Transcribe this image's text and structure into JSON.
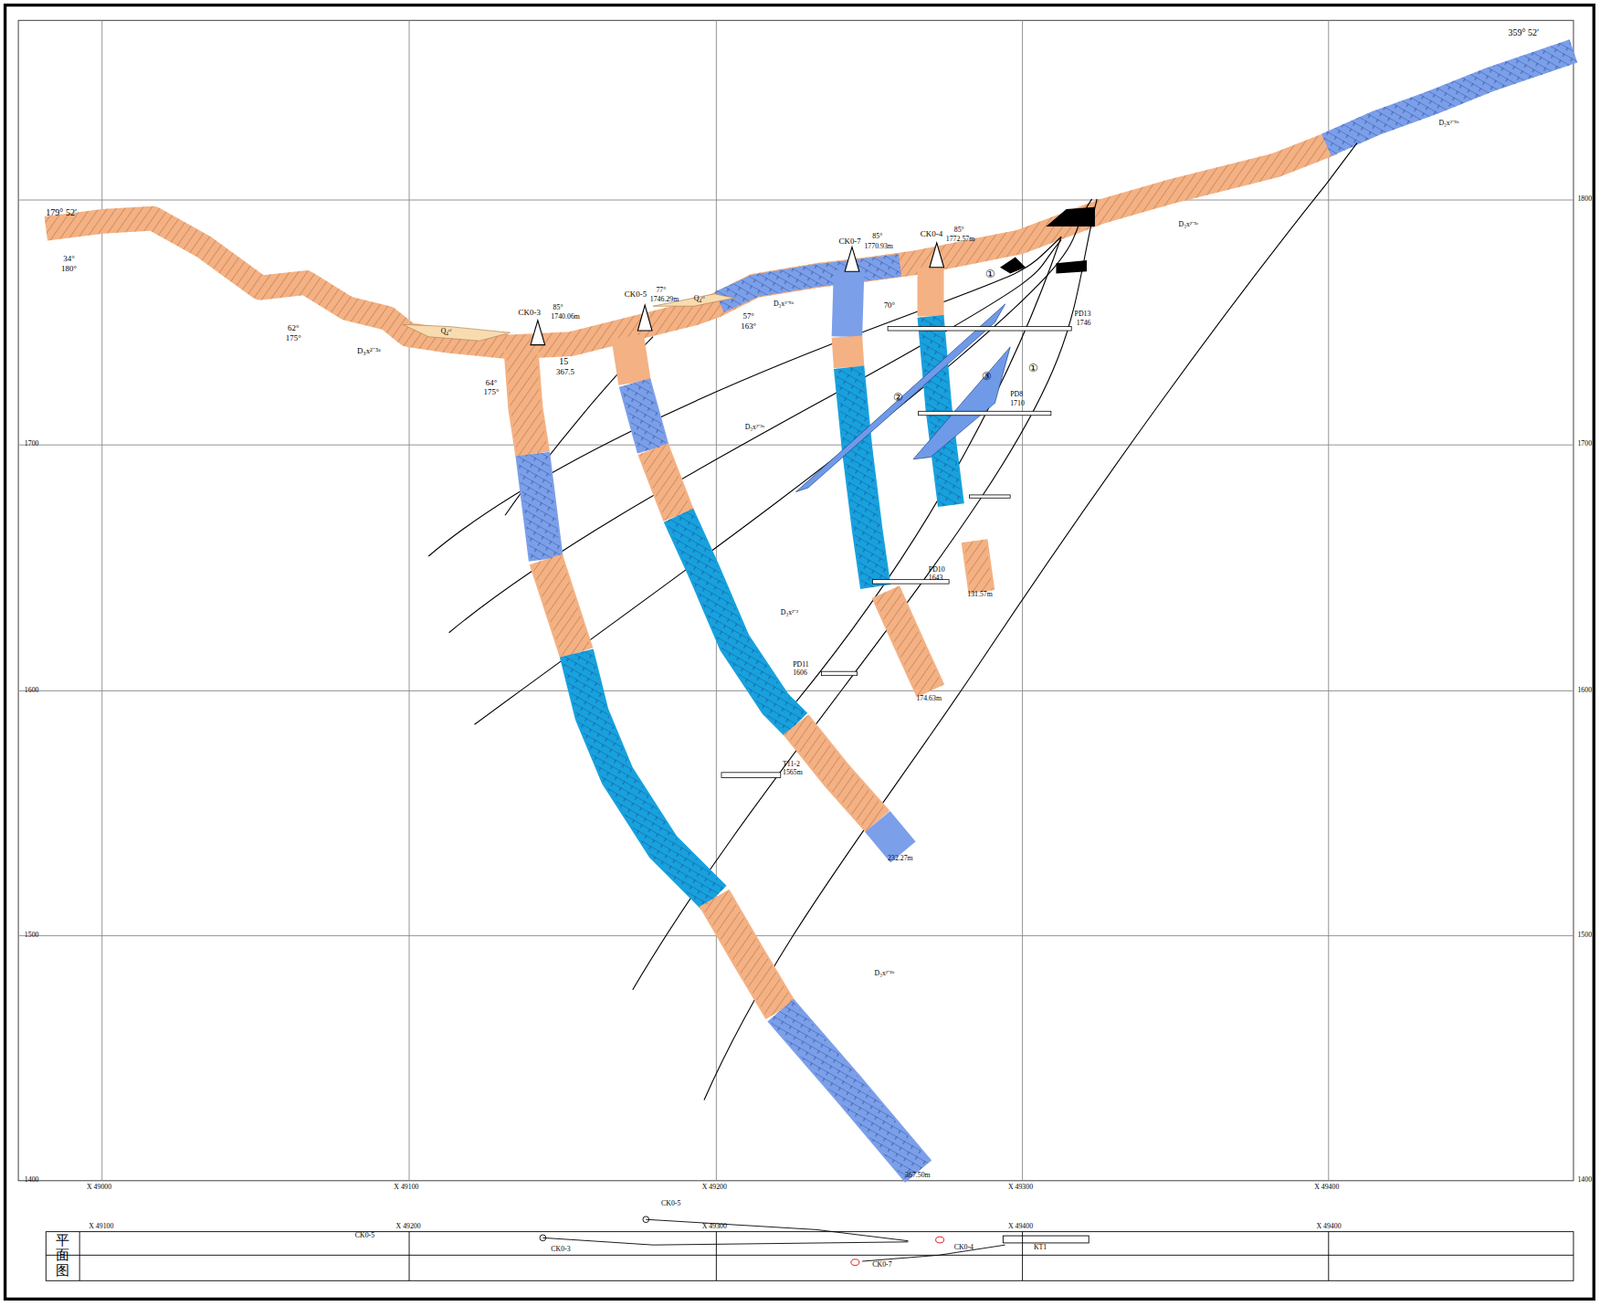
{
  "diagram": {
    "labels": [
      "179° 52′",
      "359° 52′",
      "34°",
      "180°",
      "62°",
      "175°",
      "D₃x²⁻⁵ᵃ",
      "Q₄ᵉˡ",
      "CK0-3",
      "85°",
      "1740.06m",
      "15",
      "367.5",
      "64°",
      "175°",
      "CK0-5",
      "77°",
      "1746.29m",
      "Q₄ᵉˡ",
      "CK0-7",
      "85°",
      "1770.93m",
      "CK0-4",
      "85°",
      "1772.57m",
      "D₃x²⁻⁵ᵇ",
      "57°",
      "163°",
      "70°",
      "D₃x²⁻⁵ᶜ",
      "D₃x²⁻⁵ᵇ",
      "①",
      "PD13",
      "1746",
      "③",
      "①",
      "②",
      "PD8",
      "1710",
      "D₃x²⁻³ᵃ",
      "D₃x²⁻²",
      "PD10",
      "1643",
      "131.57m",
      "PD11",
      "1606",
      "174.63m",
      "T11-2",
      "1565m",
      "232.27m",
      "D₃x²⁻¹ᵇ",
      "367.50m",
      "1700",
      "1600",
      "1500",
      "1400",
      "1800",
      "1700",
      "1600",
      "1500",
      "1400",
      "X 49000",
      "X 49100",
      "X 49200",
      "X 49300",
      "X 49400",
      "CK0-5",
      "X 49100",
      "X 49200",
      "X 49300",
      "X 49400",
      "X 49400",
      "CK0-5",
      "CK0-3",
      "CK0-4",
      "KT1",
      "CK0-7",
      "平面图"
    ]
  }
}
